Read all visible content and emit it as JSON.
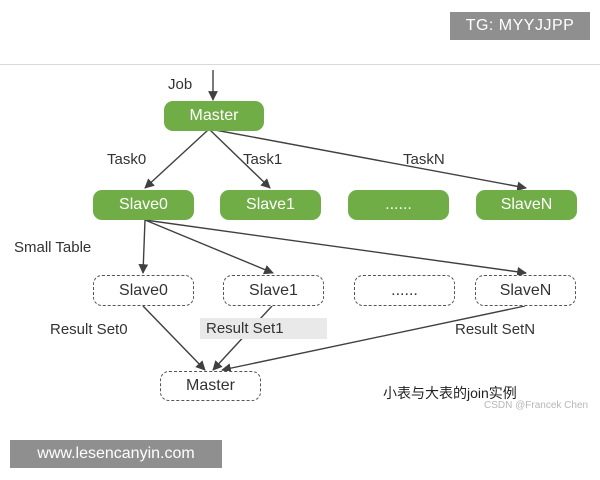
{
  "banners": {
    "top": "TG: MYYJJPP",
    "bottom": "www.lesencanyin.com"
  },
  "diagram": {
    "job_label": "Job",
    "master": "Master",
    "task_labels": [
      "Task0",
      "Task1",
      "TaskN"
    ],
    "slaves": [
      "Slave0",
      "Slave1",
      "......",
      "SlaveN"
    ],
    "small_table_label": "Small Table",
    "dashed_slaves": [
      "Slave0",
      "Slave1",
      "......",
      "SlaveN"
    ],
    "result_labels": [
      "Result Set0",
      "Result Set1",
      "Result SetN"
    ],
    "result_master": "Master",
    "caption": "小表与大表的join实例",
    "watermark": "CSDN @Francek Chen"
  },
  "colors": {
    "node_green": "#70ad47",
    "edge": "#404040",
    "banner_gray": "#8f8f8f"
  }
}
